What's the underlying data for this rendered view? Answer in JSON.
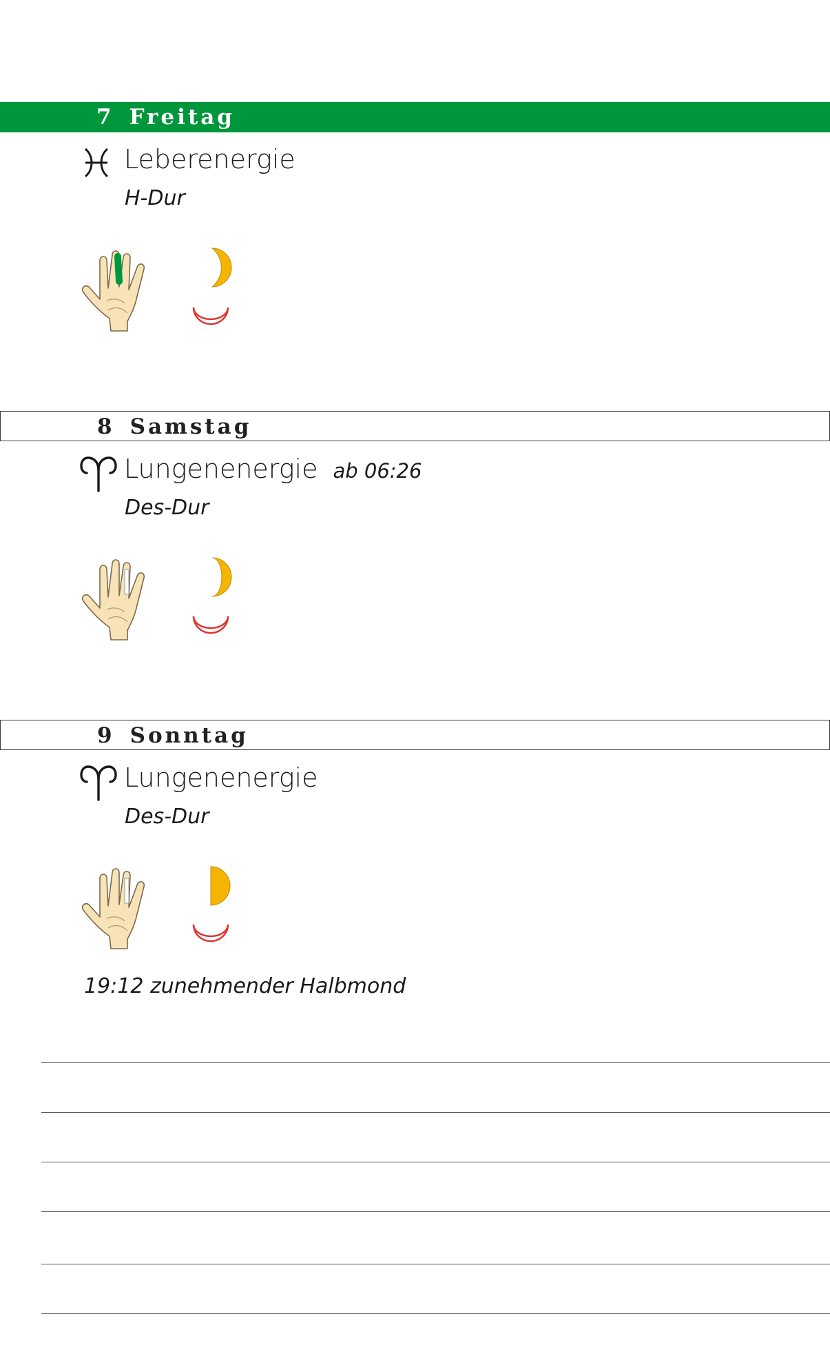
{
  "days": [
    {
      "number": "7",
      "weekday": "Freitag",
      "zodiac_icon": "pisces-icon",
      "energy": "Leberenergie",
      "time": "",
      "key": "H-Dur",
      "highlighted_finger": "ring",
      "header_color": "#00963c"
    },
    {
      "number": "8",
      "weekday": "Samstag",
      "zodiac_icon": "aries-icon",
      "energy": "Lungenenergie",
      "time": "ab 06:26",
      "key": "Des-Dur",
      "highlighted_finger": "none"
    },
    {
      "number": "9",
      "weekday": "Sonntag",
      "zodiac_icon": "aries-icon",
      "energy": "Lungenenergie",
      "time": "",
      "key": "Des-Dur",
      "highlighted_finger": "none",
      "note": "19:12 zunehmender Halbmond"
    }
  ],
  "colors": {
    "accent_green": "#00963c",
    "moon_yellow": "#f5b400",
    "bowl_red": "#e0322c",
    "skin": "#f8e3b8"
  }
}
